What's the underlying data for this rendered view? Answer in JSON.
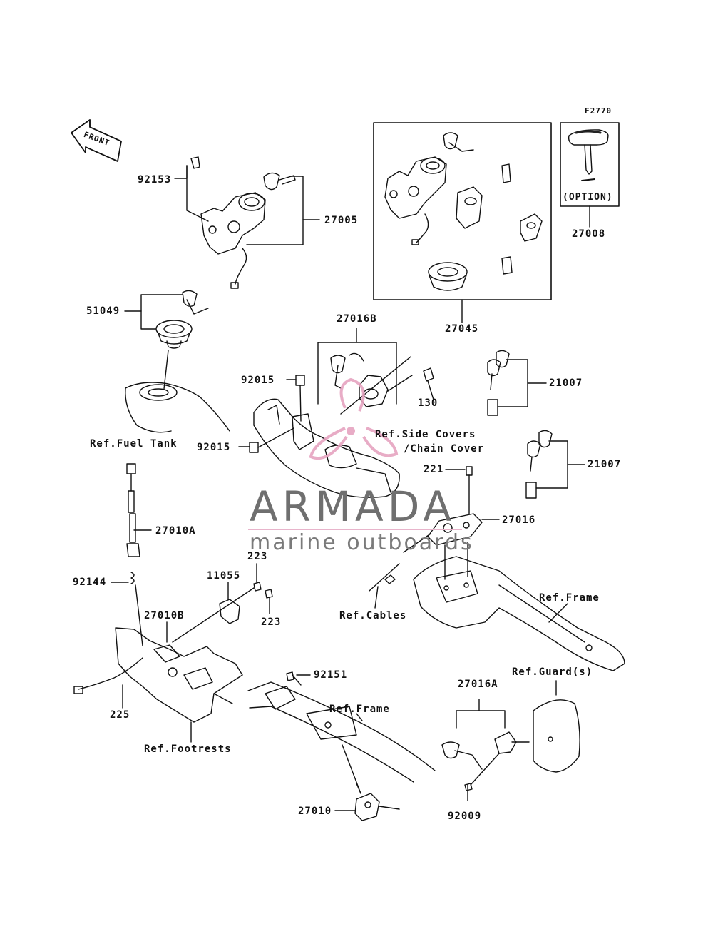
{
  "figure_code": "F2770",
  "front_label": "FRONT",
  "option_label": "(OPTION)",
  "watermark": {
    "brand": "ARMADA",
    "tagline": "marine outboards"
  },
  "parts": [
    {
      "id": "p1",
      "text": "92153"
    },
    {
      "id": "p2",
      "text": "27005"
    },
    {
      "id": "p3",
      "text": "51049"
    },
    {
      "id": "p4",
      "text": "27045"
    },
    {
      "id": "p5",
      "text": "27008"
    },
    {
      "id": "p6",
      "text": "27016B"
    },
    {
      "id": "p7",
      "text": "92015"
    },
    {
      "id": "p8",
      "text": "130"
    },
    {
      "id": "p9",
      "text": "21007"
    },
    {
      "id": "p10",
      "text": "92015"
    },
    {
      "id": "p11",
      "text": "21007"
    },
    {
      "id": "p12",
      "text": "221"
    },
    {
      "id": "p13",
      "text": "27010A"
    },
    {
      "id": "p14",
      "text": "27016"
    },
    {
      "id": "p15",
      "text": "223"
    },
    {
      "id": "p16",
      "text": "11055"
    },
    {
      "id": "p17",
      "text": "92144"
    },
    {
      "id": "p18",
      "text": "223"
    },
    {
      "id": "p19",
      "text": "27010B"
    },
    {
      "id": "p20",
      "text": "92151"
    },
    {
      "id": "p21",
      "text": "27016A"
    },
    {
      "id": "p22",
      "text": "225"
    },
    {
      "id": "p23",
      "text": "92009"
    },
    {
      "id": "p24",
      "text": "27010"
    }
  ],
  "references": [
    {
      "id": "r1",
      "text": "Ref.Fuel Tank"
    },
    {
      "id": "r2",
      "text": "Ref.Side Covers"
    },
    {
      "id": "r3",
      "text": "/Chain Cover"
    },
    {
      "id": "r4",
      "text": "Ref.Cables"
    },
    {
      "id": "r5",
      "text": "Ref.Frame"
    },
    {
      "id": "r6",
      "text": "Ref.Footrests"
    },
    {
      "id": "r7",
      "text": "Ref.Frame"
    },
    {
      "id": "r8",
      "text": "Ref.Guard(s)"
    }
  ]
}
